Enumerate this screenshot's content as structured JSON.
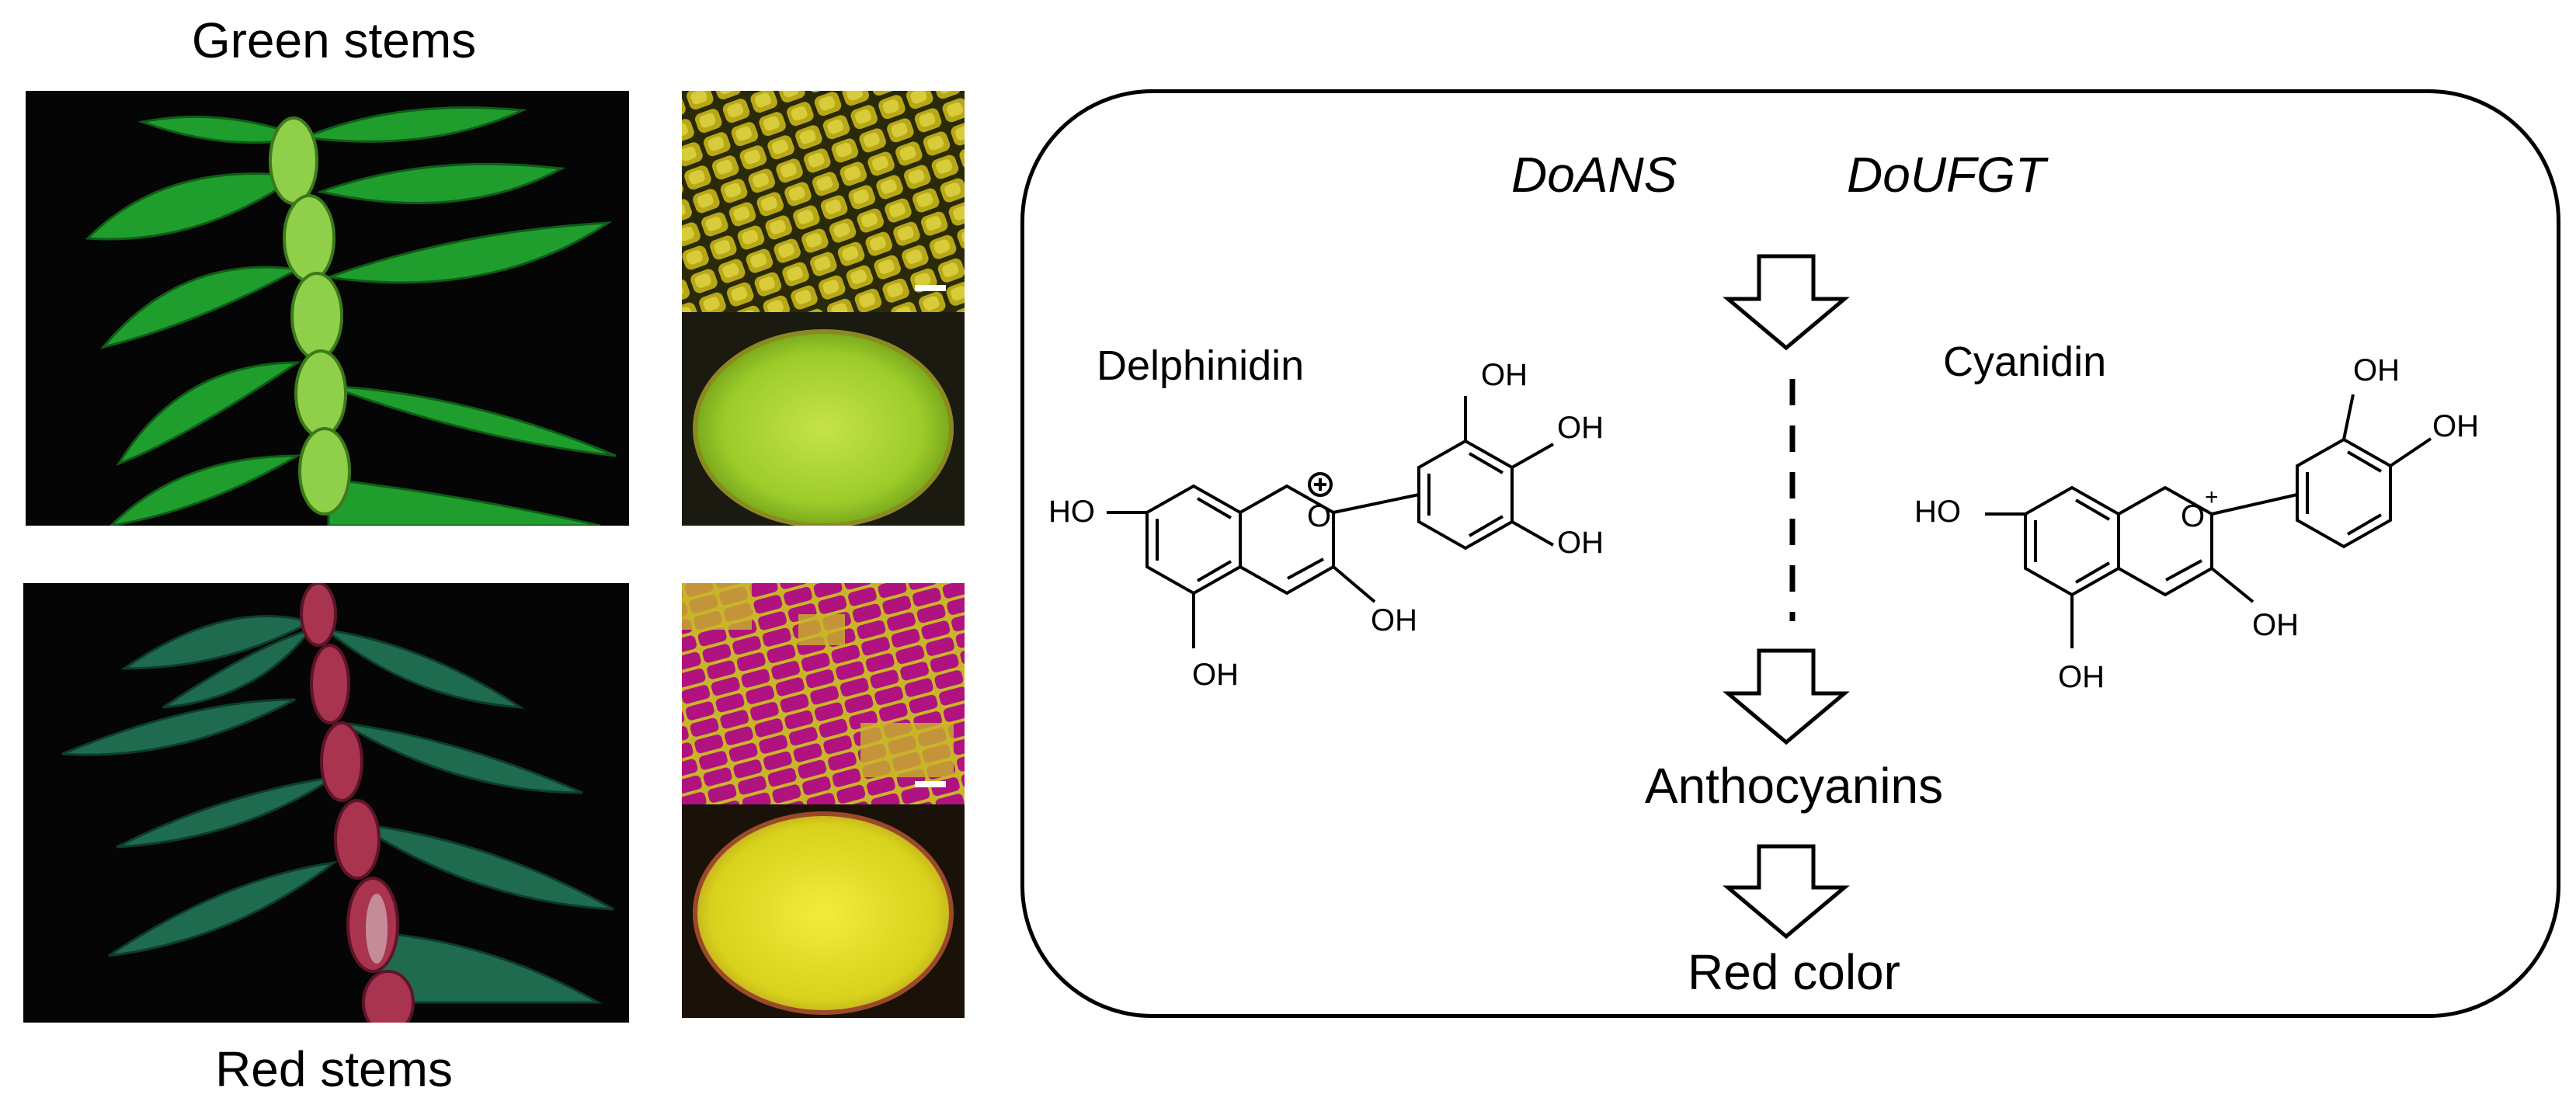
{
  "left": {
    "top_label": "Green stems",
    "bottom_label": "Red stems"
  },
  "pathway": {
    "genes": [
      "DoANS",
      "DoUFGT"
    ],
    "left_compound": "Delphinidin",
    "right_compound": "Cyanidin",
    "product": "Anthocyanins",
    "outcome": "Red color"
  },
  "structure_labels": {
    "oh": "OH",
    "ho": "HO",
    "oxonium": "O",
    "plus": "+"
  },
  "colors": {
    "green_leaf": "#1f9e2e",
    "green_stem": "#8fcf4a",
    "red_stem": "#a8344f",
    "dark_leaf": "#1f6b4f",
    "magenta_cells": "#b0127f",
    "yellow_tissue": "#d8d21c"
  }
}
